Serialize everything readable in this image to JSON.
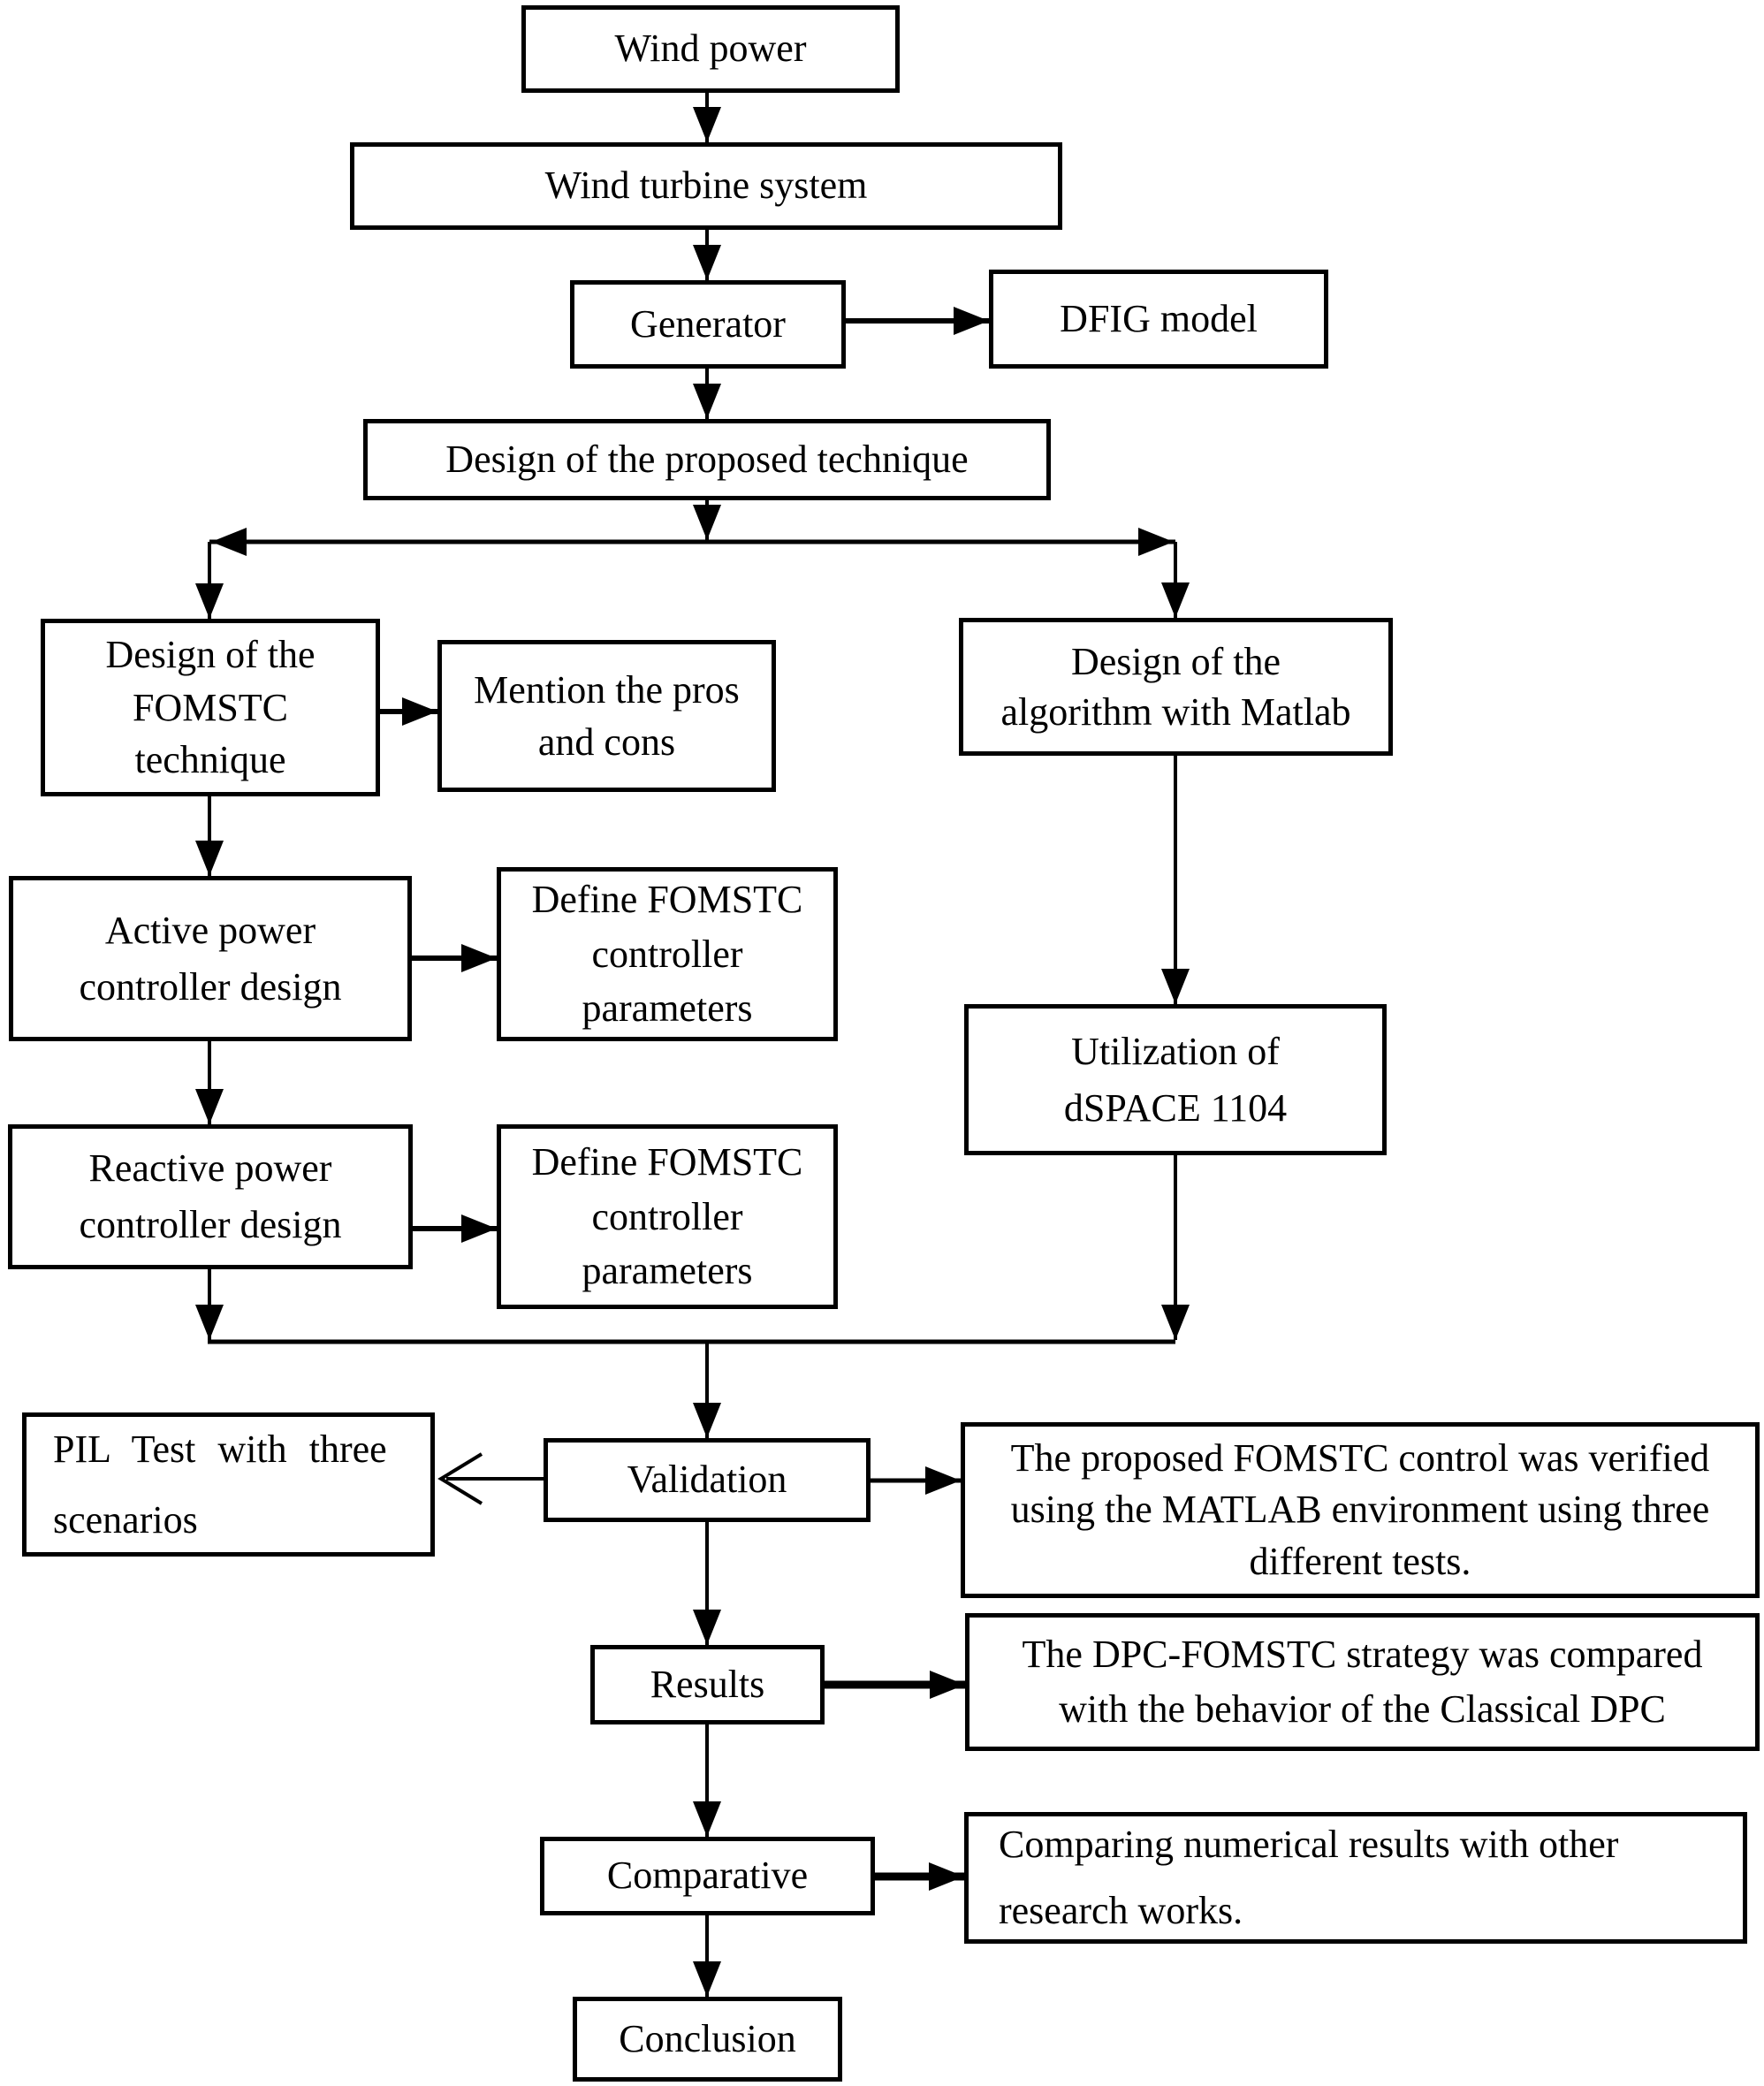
{
  "diagram": {
    "type": "flowchart",
    "colors": {
      "background": "#ffffff",
      "line": "#000000",
      "text": "#000000",
      "node_fill": "#ffffff"
    },
    "nodes": {
      "wind_power": {
        "label": "Wind power"
      },
      "wind_turbine": {
        "label": "Wind turbine system"
      },
      "generator": {
        "label": "Generator"
      },
      "dfig_model": {
        "label": "DFIG model"
      },
      "design_proposed": {
        "label": "Design of the proposed technique"
      },
      "design_fomstc": {
        "label": "Design of the\nFOMSTC\ntechnique"
      },
      "mention_pros_cons": {
        "label": "Mention the pros\nand cons"
      },
      "design_algorithm": {
        "label": "Design of the\nalgorithm with Matlab"
      },
      "active_power": {
        "label": "Active power\ncontroller design"
      },
      "define_params_1": {
        "label": "Define FOMSTC\ncontroller\nparameters"
      },
      "reactive_power": {
        "label": "Reactive power\ncontroller design"
      },
      "define_params_2": {
        "label": "Define FOMSTC\ncontroller\nparameters"
      },
      "utilization_dspace": {
        "label": "Utilization of\ndSPACE 1104"
      },
      "pil_test": {
        "label": "PIL Test with three\nscenarios"
      },
      "validation": {
        "label": "Validation"
      },
      "verified_note": {
        "label": "The proposed FOMSTC control was verified\nusing the MATLAB environment using three\ndifferent tests."
      },
      "results": {
        "label": "Results"
      },
      "dpc_note": {
        "label": "The DPC-FOMSTC strategy was compared\nwith the behavior of the Classical DPC"
      },
      "comparative": {
        "label": "Comparative"
      },
      "comparing_note": {
        "label": "Comparing numerical results with other\nresearch works."
      },
      "conclusion": {
        "label": "Conclusion"
      }
    },
    "edges": [
      {
        "from": "wind_power",
        "to": "wind_turbine",
        "arrow": "solid"
      },
      {
        "from": "wind_turbine",
        "to": "generator",
        "arrow": "solid"
      },
      {
        "from": "generator",
        "to": "dfig_model",
        "arrow": "solid"
      },
      {
        "from": "generator",
        "to": "design_proposed",
        "arrow": "solid"
      },
      {
        "from": "design_proposed",
        "to": "design_fomstc",
        "arrow": "solid",
        "via": "split-line"
      },
      {
        "from": "design_proposed",
        "to": "design_algorithm",
        "arrow": "solid",
        "via": "split-line"
      },
      {
        "from": "design_fomstc",
        "to": "mention_pros_cons",
        "arrow": "solid"
      },
      {
        "from": "design_fomstc",
        "to": "active_power",
        "arrow": "solid"
      },
      {
        "from": "active_power",
        "to": "define_params_1",
        "arrow": "solid"
      },
      {
        "from": "active_power",
        "to": "reactive_power",
        "arrow": "solid"
      },
      {
        "from": "reactive_power",
        "to": "define_params_2",
        "arrow": "solid"
      },
      {
        "from": "design_algorithm",
        "to": "utilization_dspace",
        "arrow": "solid"
      },
      {
        "from": "reactive_power",
        "to": "validation",
        "arrow": "solid",
        "via": "merge-line"
      },
      {
        "from": "utilization_dspace",
        "to": "validation",
        "arrow": "solid",
        "via": "merge-line"
      },
      {
        "from": "validation",
        "to": "pil_test",
        "arrow": "open"
      },
      {
        "from": "validation",
        "to": "verified_note",
        "arrow": "solid"
      },
      {
        "from": "validation",
        "to": "results",
        "arrow": "solid"
      },
      {
        "from": "results",
        "to": "dpc_note",
        "arrow": "solid"
      },
      {
        "from": "results",
        "to": "comparative",
        "arrow": "solid"
      },
      {
        "from": "comparative",
        "to": "comparing_note",
        "arrow": "solid"
      },
      {
        "from": "comparative",
        "to": "conclusion",
        "arrow": "solid"
      }
    ]
  }
}
